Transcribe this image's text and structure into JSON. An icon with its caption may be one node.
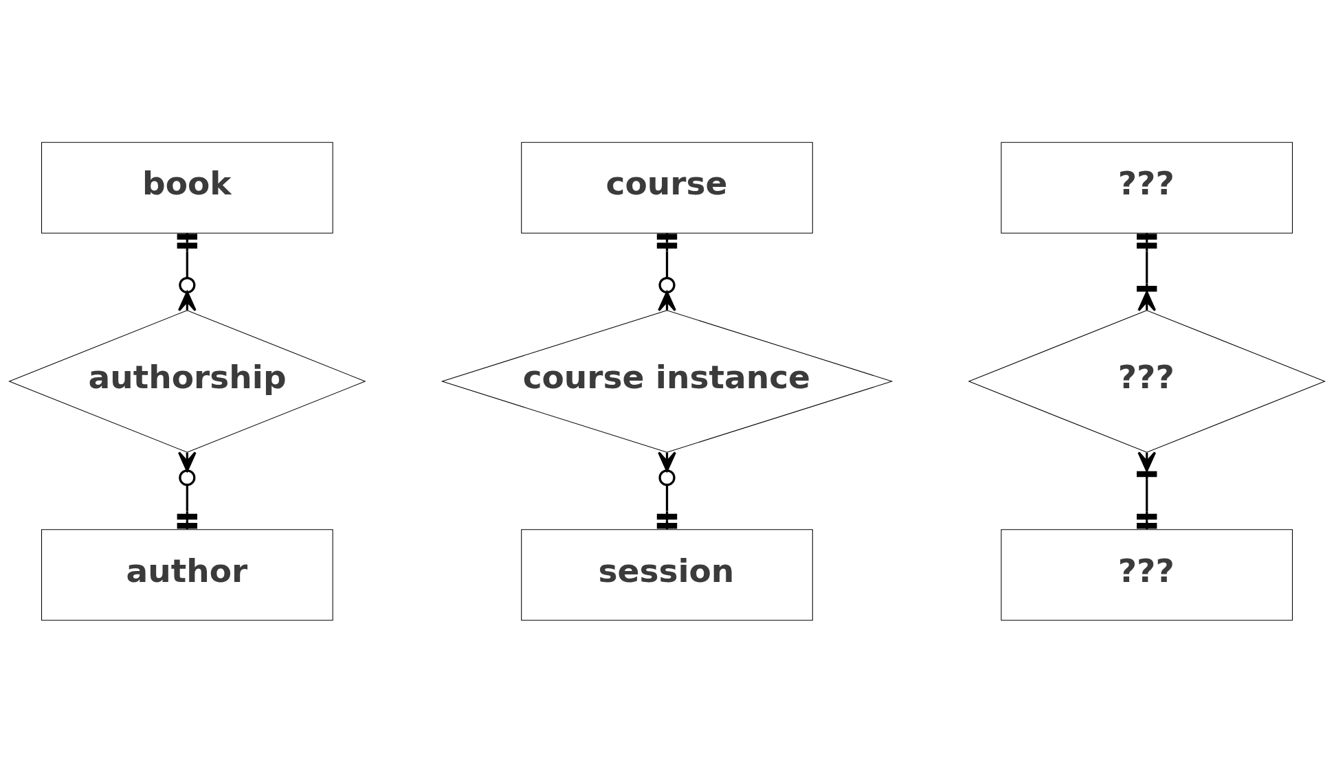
{
  "diagram": {
    "nodes": [
      {
        "text": [
          "book"
        ]
      },
      {
        "text": [
          "course"
        ]
      },
      {
        "text": [
          "???"
        ]
      },
      {
        "text": [
          "authorship"
        ]
      },
      {
        "text": [
          "course instance"
        ]
      },
      {
        "text": [
          "???"
        ]
      },
      {
        "text": [
          "author"
        ]
      },
      {
        "text": [
          "session"
        ]
      },
      {
        "text": [
          "???"
        ]
      }
    ],
    "edges": [
      {
        "from": 0,
        "to": 3,
        "arrow": "other"
      },
      {
        "from": 1,
        "to": 4,
        "arrow": "other"
      },
      {
        "from": 2,
        "to": 5,
        "arrow": "other"
      },
      {
        "from": 3,
        "to": 6,
        "arrow": "other"
      },
      {
        "from": 4,
        "to": 7,
        "arrow": "other"
      },
      {
        "from": 5,
        "to": 8,
        "arrow": "other"
      }
    ]
  }
}
